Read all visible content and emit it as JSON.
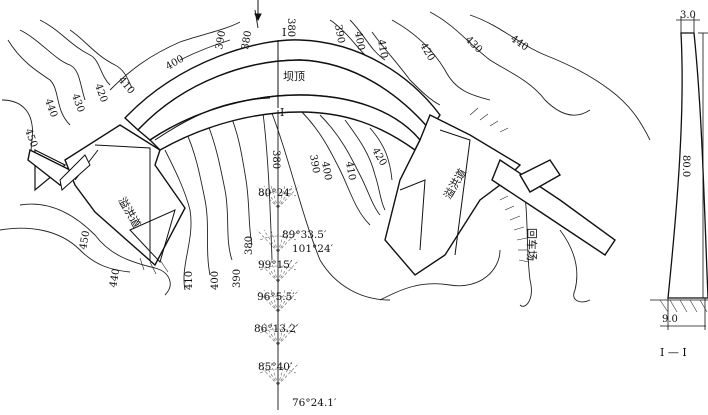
{
  "plan": {
    "crest_label": "坝顶",
    "section_mark_top": "I",
    "section_mark_bottom": "I",
    "spillway_left": "溢洪道",
    "spillway_right": "溢洪道",
    "turnaround": "回车场"
  },
  "contours": {
    "left_450": "450",
    "left_440": "440",
    "left_430": "430",
    "left_420": "420",
    "left_410": "410",
    "left_400": "400",
    "top_390": "390",
    "top_380a": "380",
    "top_380b": "380",
    "top_390b": "390",
    "top_400": "400",
    "top_410": "410",
    "right_420": "420",
    "right_430": "430",
    "right_440": "440",
    "c380_down": "380",
    "c390_down": "390",
    "c400_down": "400",
    "c410_down": "410",
    "c420_down": "420",
    "lower_450": "450",
    "lower_440": "440",
    "lower_410": "410",
    "lower_400": "400",
    "lower_390": "390",
    "lower_380": "380"
  },
  "angles": [
    "80°24′",
    "89°33.5′",
    "101°24′",
    "99°15′",
    "96°5.5′",
    "86°13.2′",
    "85°40′",
    "76°24.1′"
  ],
  "section": {
    "top_width": "3.0",
    "height": "80.0",
    "base_width": "9.0",
    "title": "I — I"
  }
}
